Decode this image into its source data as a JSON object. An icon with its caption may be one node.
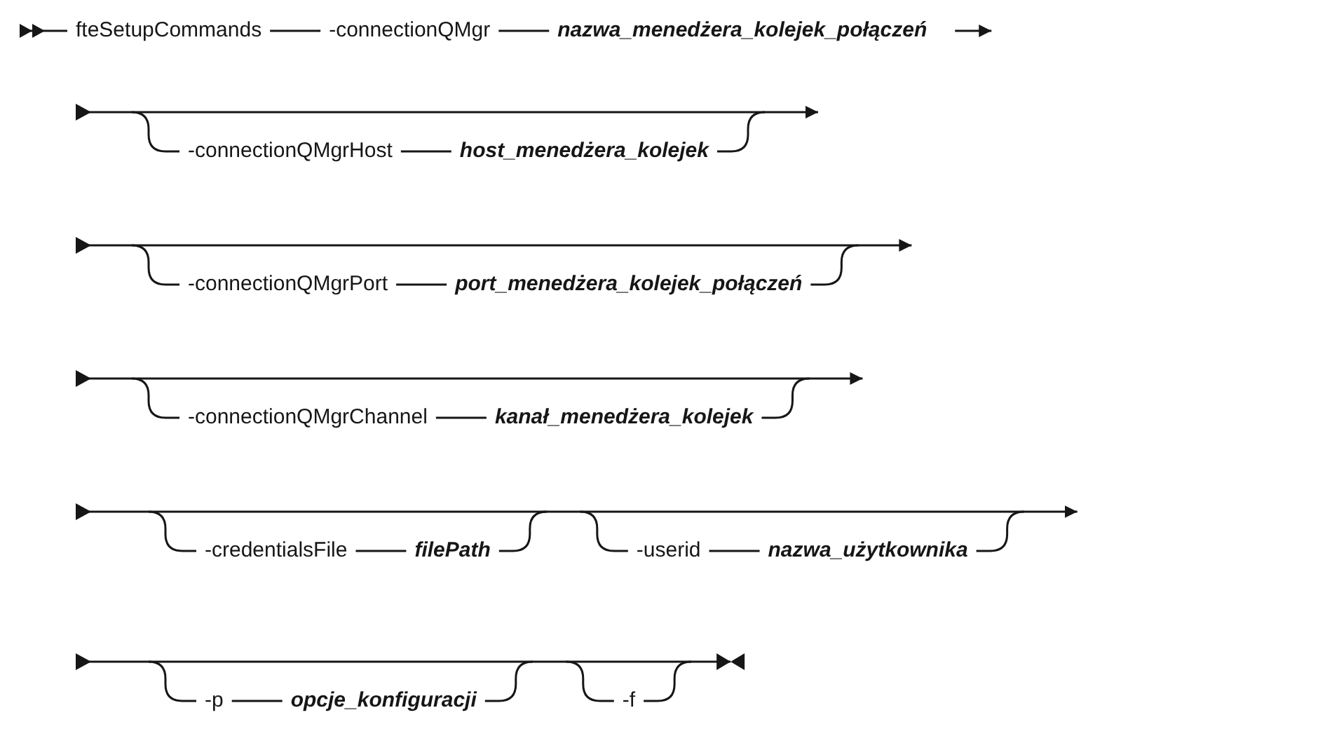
{
  "diagram": {
    "nodes": [
      {
        "text": [
          "fteSetupCommands"
        ]
      },
      {
        "text": [
          "-connectionQMgr"
        ]
      },
      {
        "text": [
          "nazwa_menedżera_kolejek_połączeń"
        ]
      },
      {
        "text": [
          "-connectionQMgrHost"
        ]
      },
      {
        "text": [
          "host_menedżera_kolejek"
        ]
      },
      {
        "text": [
          "-connectionQMgrPort"
        ]
      },
      {
        "text": [
          "port_menedżera_kolejek_połączeń"
        ]
      },
      {
        "text": [
          "-connectionQMgrChannel"
        ]
      },
      {
        "text": [
          "kanał_menedżera_kolejek"
        ]
      },
      {
        "text": [
          "-credentialsFile"
        ]
      },
      {
        "text": [
          "filePath"
        ]
      },
      {
        "text": [
          "-userid"
        ]
      },
      {
        "text": [
          "nazwa_użytkownika"
        ]
      },
      {
        "text": [
          "-p"
        ]
      },
      {
        "text": [
          "opcje_konfiguracji"
        ]
      },
      {
        "text": [
          "-f"
        ]
      }
    ],
    "edges": [
      {
        "from": 0,
        "to": 1,
        "arrow": "none"
      },
      {
        "from": 1,
        "to": 2,
        "arrow": "none"
      },
      {
        "from": 3,
        "to": 4,
        "arrow": "none"
      },
      {
        "from": 5,
        "to": 6,
        "arrow": "none"
      },
      {
        "from": 7,
        "to": 8,
        "arrow": "none"
      },
      {
        "from": 9,
        "to": 10,
        "arrow": "none"
      },
      {
        "from": 11,
        "to": 12,
        "arrow": "none"
      },
      {
        "from": 13,
        "to": 14,
        "arrow": "none"
      },
      {
        "from": null,
        "to": 3,
        "arrow": "none"
      },
      {
        "from": 4,
        "to": null,
        "arrow": "none"
      },
      {
        "from": null,
        "to": 5,
        "arrow": "none"
      },
      {
        "from": 6,
        "to": null,
        "arrow": "none"
      },
      {
        "from": null,
        "to": 7,
        "arrow": "none"
      },
      {
        "from": 8,
        "to": null,
        "arrow": "none"
      },
      {
        "from": null,
        "to": 9,
        "arrow": "none"
      },
      {
        "from": 10,
        "to": null,
        "arrow": "none"
      },
      {
        "from": null,
        "to": 11,
        "arrow": "none"
      },
      {
        "from": 12,
        "to": null,
        "arrow": "none"
      },
      {
        "from": null,
        "to": 13,
        "arrow": "none"
      },
      {
        "from": 14,
        "to": null,
        "arrow": "none"
      },
      {
        "from": null,
        "to": 15,
        "arrow": "none"
      },
      {
        "from": 15,
        "to": null,
        "arrow": "none"
      }
    ]
  }
}
